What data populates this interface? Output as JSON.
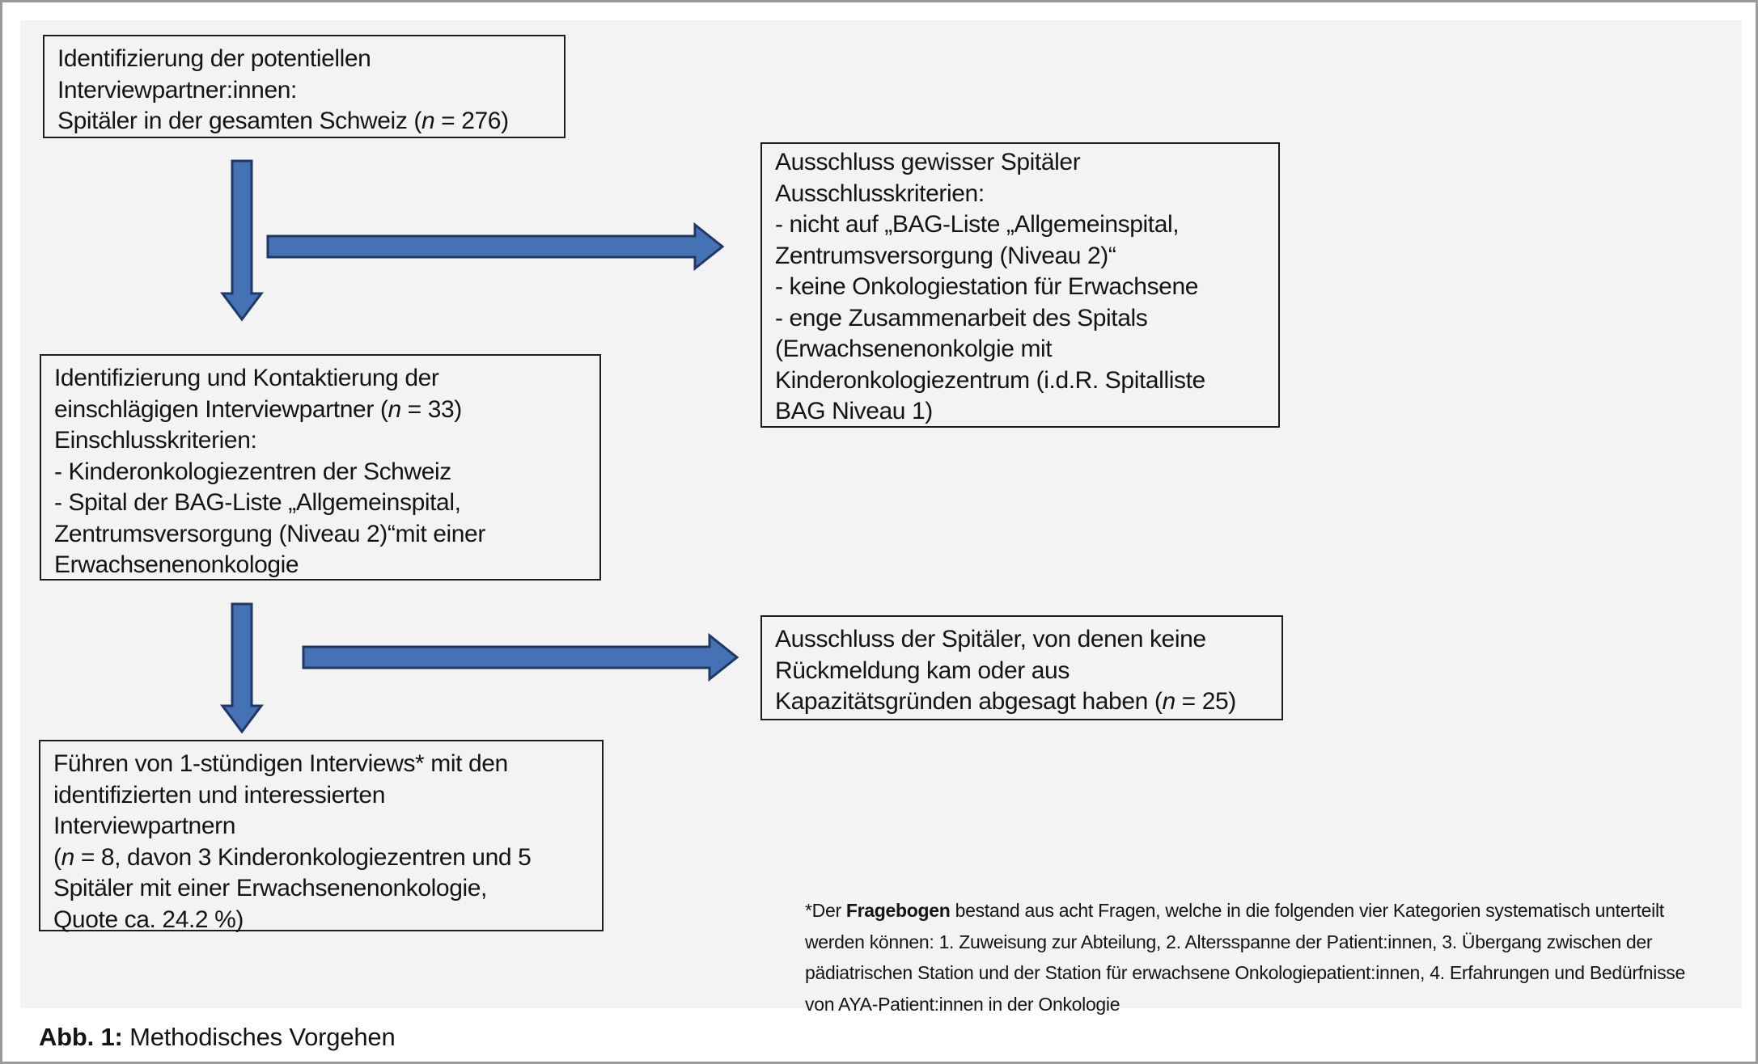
{
  "colors": {
    "page-bg": "#ffffff",
    "frame-border": "#9b9b9b",
    "panel-bg": "#f3f3f3",
    "box-border": "#1c1c1c",
    "ink": "#141414",
    "arrow-fill": "#4472b4",
    "arrow-stroke": "#1f3864"
  },
  "flowchart": {
    "boxes": {
      "identification": {
        "lines": [
          [
            {
              "t": "Identifizierung der potentiellen"
            }
          ],
          [
            {
              "t": "Interviewpartner:innen:"
            }
          ],
          [
            {
              "t": "Spitäler in der gesamten Schweiz ("
            },
            {
              "t": "n",
              "i": true
            },
            {
              "t": " = 276)"
            }
          ]
        ]
      },
      "exclusion1": {
        "lines": [
          [
            {
              "t": "Ausschluss gewisser Spitäler"
            }
          ],
          [
            {
              "t": "Ausschlusskriterien:"
            }
          ],
          [
            {
              "t": "- nicht auf „BAG-Liste „Allgemeinspital,"
            }
          ],
          [
            {
              "t": "Zentrumsversorgung (Niveau 2)“"
            }
          ],
          [
            {
              "t": "- keine Onkologiestation für Erwachsene"
            }
          ],
          [
            {
              "t": "- enge Zusammenarbeit des Spitals"
            }
          ],
          [
            {
              "t": "(Erwachsenenonkolgie mit"
            }
          ],
          [
            {
              "t": "Kinderonkologiezentrum (i.d.R. Spitalliste"
            }
          ],
          [
            {
              "t": "BAG Niveau 1)"
            }
          ]
        ]
      },
      "contacting": {
        "lines": [
          [
            {
              "t": "Identifizierung und Kontaktierung der"
            }
          ],
          [
            {
              "t": "einschlägigen Interviewpartner ("
            },
            {
              "t": "n",
              "i": true
            },
            {
              "t": " = 33)"
            }
          ],
          [
            {
              "t": "Einschlusskriterien:"
            }
          ],
          [
            {
              "t": "- Kinderonkologiezentren der Schweiz"
            }
          ],
          [
            {
              "t": "- Spital der BAG-Liste „Allgemeinspital,"
            }
          ],
          [
            {
              "t": "Zentrumsversorgung (Niveau 2)“mit einer"
            }
          ],
          [
            {
              "t": "Erwachsenenonkologie"
            }
          ]
        ]
      },
      "exclusion2": {
        "lines": [
          [
            {
              "t": "Ausschluss der Spitäler, von denen keine"
            }
          ],
          [
            {
              "t": "Rückmeldung kam oder aus"
            }
          ],
          [
            {
              "t": "Kapazitätsgründen abgesagt haben ("
            },
            {
              "t": "n",
              "i": true
            },
            {
              "t": " = 25)"
            }
          ]
        ]
      },
      "interviews": {
        "lines": [
          [
            {
              "t": "Führen von 1-stündigen Interviews* mit den"
            }
          ],
          [
            {
              "t": "identifizierten und interessierten"
            }
          ],
          [
            {
              "t": "Interviewpartnern"
            }
          ],
          [
            {
              "t": "("
            },
            {
              "t": "n",
              "i": true
            },
            {
              "t": " = 8, davon 3 Kinderonkologiezentren und 5"
            }
          ],
          [
            {
              "t": "Spitäler mit einer Erwachsenenonkologie,"
            }
          ],
          [
            {
              "t": "Quote ca. 24.2 %)"
            }
          ]
        ]
      }
    },
    "arrows": {
      "names": [
        "down-arrow",
        "right-arrow",
        "down-arrow",
        "right-arrow"
      ]
    }
  },
  "footnote": {
    "lines": [
      [
        {
          "t": "*Der "
        },
        {
          "t": "Fragebogen",
          "b": true
        },
        {
          "t": " bestand aus acht Fragen, welche in die folgenden vier Kategorien systematisch unterteilt"
        }
      ],
      [
        {
          "t": "werden können: 1. Zuweisung zur Abteilung, 2. Altersspanne der Patient:innen, 3. Übergang zwischen der"
        }
      ],
      [
        {
          "t": "pädiatrischen Station und der Station für erwachsene Onkologiepatient:innen, 4. Erfahrungen und Bedürfnisse"
        }
      ],
      [
        {
          "t": "von AYA-Patient:innen in der Onkologie"
        }
      ]
    ]
  },
  "figure": {
    "caption": [
      [
        {
          "t": "Abb. 1:",
          "b": true
        },
        {
          "t": " Methodisches Vorgehen"
        }
      ]
    ]
  }
}
